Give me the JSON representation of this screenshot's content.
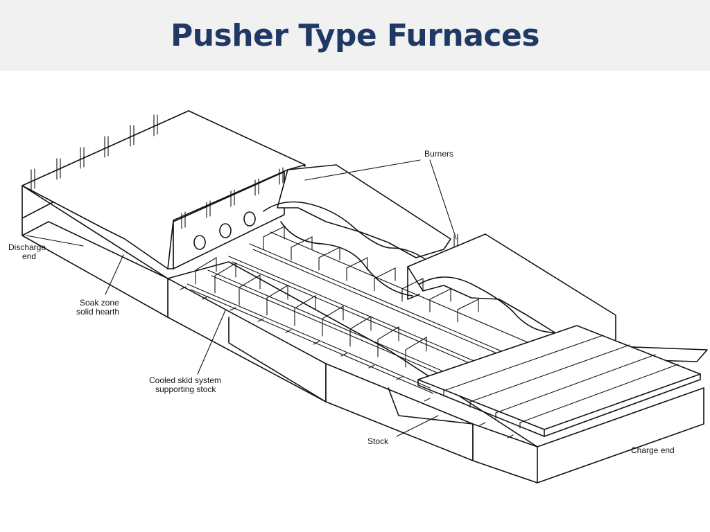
{
  "slide": {
    "title": "Pusher Type Furnaces"
  },
  "labels": {
    "burners": "Burners",
    "discharge_end_1": "Discharge",
    "discharge_end_2": "end",
    "soak_zone_1": "Soak zone",
    "soak_zone_2": "solid hearth",
    "skid_system_1": "Cooled skid system",
    "skid_system_2": "supporting stock",
    "stock": "Stock",
    "charge_end": "Charge end"
  }
}
